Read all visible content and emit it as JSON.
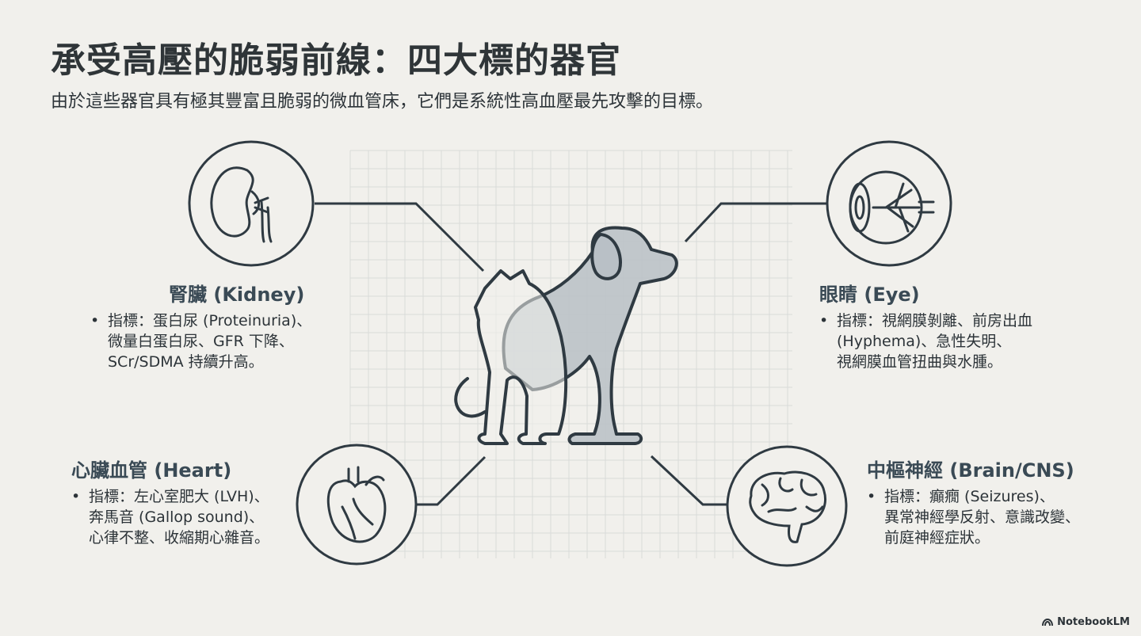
{
  "title": "承受高壓的脆弱前線：四大標的器官",
  "subtitle": "由於這些器官具有極其豐富且脆弱的微血管床，它們是系統性高血壓最先攻擊的目標。",
  "organs": {
    "kidney": {
      "heading": "腎臟 (Kidney)",
      "icon": "kidney-icon",
      "bullet": "•",
      "lines": [
        "指標：蛋白尿 (Proteinuria)、",
        "微量白蛋白尿、GFR 下降、",
        "SCr/SDMA 持續升高。"
      ]
    },
    "eye": {
      "heading": "眼睛 (Eye)",
      "icon": "eye-icon",
      "bullet": "•",
      "lines": [
        "指標：視網膜剝離、前房出血",
        "(Hyphema)、急性失明、",
        "視網膜血管扭曲與水腫。"
      ]
    },
    "heart": {
      "heading": "心臟血管 (Heart)",
      "icon": "heart-icon",
      "bullet": "•",
      "lines": [
        "指標：左心室肥大 (LVH)、",
        "奔馬音 (Gallop sound)、",
        "心律不整、收縮期心雜音。"
      ]
    },
    "brain": {
      "heading": "中樞神經 (Brain/CNS)",
      "icon": "brain-icon",
      "bullet": "•",
      "lines": [
        "指標：癲癇 (Seizures)、",
        "異常神經學反射、意識改變、",
        "前庭神經症狀。"
      ]
    }
  },
  "center_icon": "cat-and-dog-silhouette",
  "brand": {
    "label": "NotebookLM",
    "icon": "notebooklm-logo-icon"
  },
  "colors": {
    "background": "#f1f0ec",
    "line": "#2f3a42",
    "grid": "#d9dbd9",
    "heading": "#3a4a55",
    "fill": "#b9c0c6"
  }
}
